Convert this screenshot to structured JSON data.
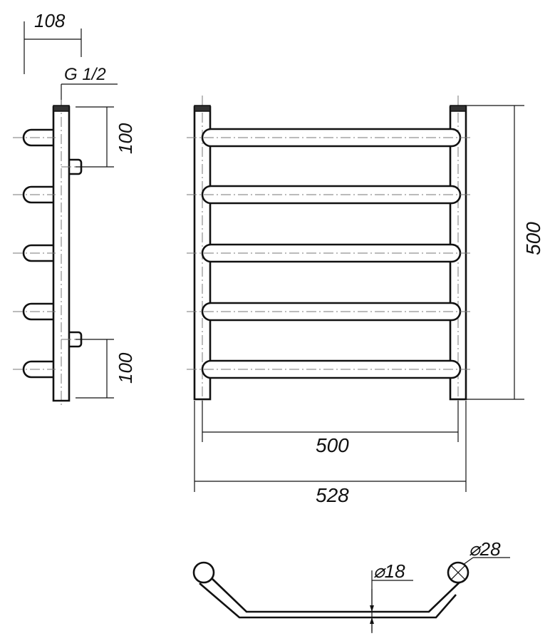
{
  "colors": {
    "line": "#111111",
    "centerline": "#777777",
    "background": "#ffffff",
    "cap": "#333333"
  },
  "side_view": {
    "depth_label": "108",
    "thread_label": "G 1/2",
    "top_spacing_label": "100",
    "bottom_spacing_label": "100"
  },
  "front_view": {
    "height_label": "500",
    "inner_width_label": "500",
    "outer_width_label": "528",
    "rung_count": 5
  },
  "section_view": {
    "outer_diameter_label": "⌀28",
    "inner_diameter_label": "⌀18"
  }
}
